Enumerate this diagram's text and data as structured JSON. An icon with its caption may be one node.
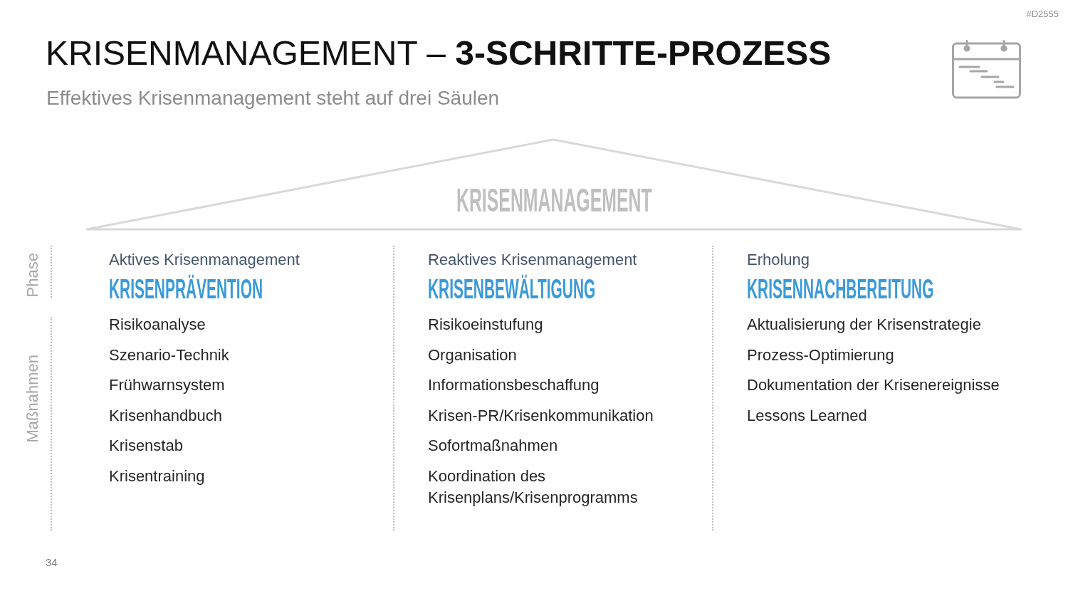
{
  "diagram": {
    "title": "KRISENMANAGEMENT – **3-SCHRITTE-PROZESS**",
    "nodes": [
      {
        "text": [
          "KRISENMANAGEMENT"
        ]
      }
    ],
    "labels": [
      "#D2555",
      "Effektives Krisenmanagement steht auf drei Säulen",
      "Phase",
      "Maßnahmen",
      "Aktives Krisenmanagement",
      "KRISENPRÄVENTION",
      "Risikoanalyse",
      "Szenario-Technik",
      "Frühwarnsystem",
      "Krisenhandbuch",
      "Krisenstab",
      "Krisentraining",
      "Reaktives Krisenmanagement",
      "KRISENBEWÄLTIGUNG",
      "Risikoeinstufung",
      "Organisation",
      "Informationsbeschaffung",
      "Krisen-PR/Krisenkommunikation",
      "Sofortmaßnahmen",
      "Koordination des Krisenplans/Krisenprogramms",
      "Erholung",
      "KRISENNACHBEREITUNG",
      "Aktualisierung der Krisenstrategie",
      "Prozess-Optimierung",
      "Dokumentation der Krisenereignisse",
      "Lessons Learned",
      "34"
    ]
  }
}
